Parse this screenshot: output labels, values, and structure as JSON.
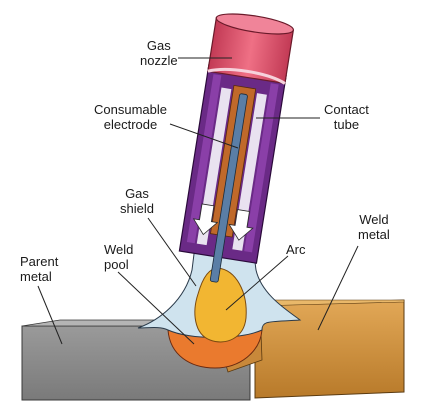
{
  "labels": {
    "gas_nozzle": "Gas\nnozzle",
    "consumable_electrode": "Consumable\nelectrode",
    "contact_tube": "Contact\ntube",
    "gas_shield": "Gas\nshield",
    "weld_metal": "Weld\nmetal",
    "parent_metal": "Parent\nmetal",
    "weld_pool": "Weld\npool",
    "arc": "Arc"
  },
  "colors": {
    "nozzle_top": "#e2566e",
    "nozzle_body": "#6a2a86",
    "contact_tube": "#c0692a",
    "electrode": "#5a7ea6",
    "gas_shield": "#cfe3ee",
    "arc": "#f2b632",
    "weld_pool": "#ea7a2e",
    "weld_metal": "#d39640",
    "parent_metal": "#8d8d8d",
    "leader_line": "#222222"
  }
}
